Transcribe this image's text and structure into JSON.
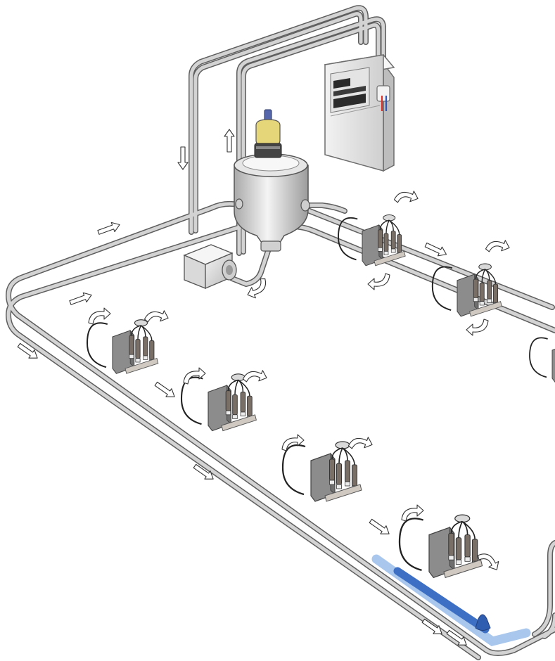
{
  "title": "",
  "diagram": {
    "components": [
      {
        "name": "control-cabinet",
        "icon": "control-cabinet-icon"
      },
      {
        "name": "milk-receiver-jar",
        "icon": "receiver-jar-icon"
      },
      {
        "name": "level-sensor",
        "icon": "sensor-icon"
      },
      {
        "name": "milk-pump",
        "icon": "pump-icon"
      },
      {
        "name": "vacuum-line",
        "icon": "pipe-icon"
      },
      {
        "name": "milk-line",
        "icon": "pipe-icon"
      },
      {
        "name": "milking-units",
        "count": 8,
        "icon": "milking-cluster-icon"
      }
    ],
    "flow_arrows": {
      "straight": 12,
      "curved": 16
    },
    "colors": {
      "pipe": "#b9b9b9",
      "pipe_outline": "#5e5e5e",
      "clamp": "#8a8a8a",
      "cabinet": "#e9e9e9",
      "jar": "#d7d7d7",
      "sensor_cap": "#5566aa",
      "sensor_body": "#e6d67a",
      "highlight_flow": "#3d6fc4",
      "highlight_flow_light": "#a9c7ec",
      "indicator_red": "#d8322b",
      "indicator_blue": "#2f55b5"
    }
  }
}
